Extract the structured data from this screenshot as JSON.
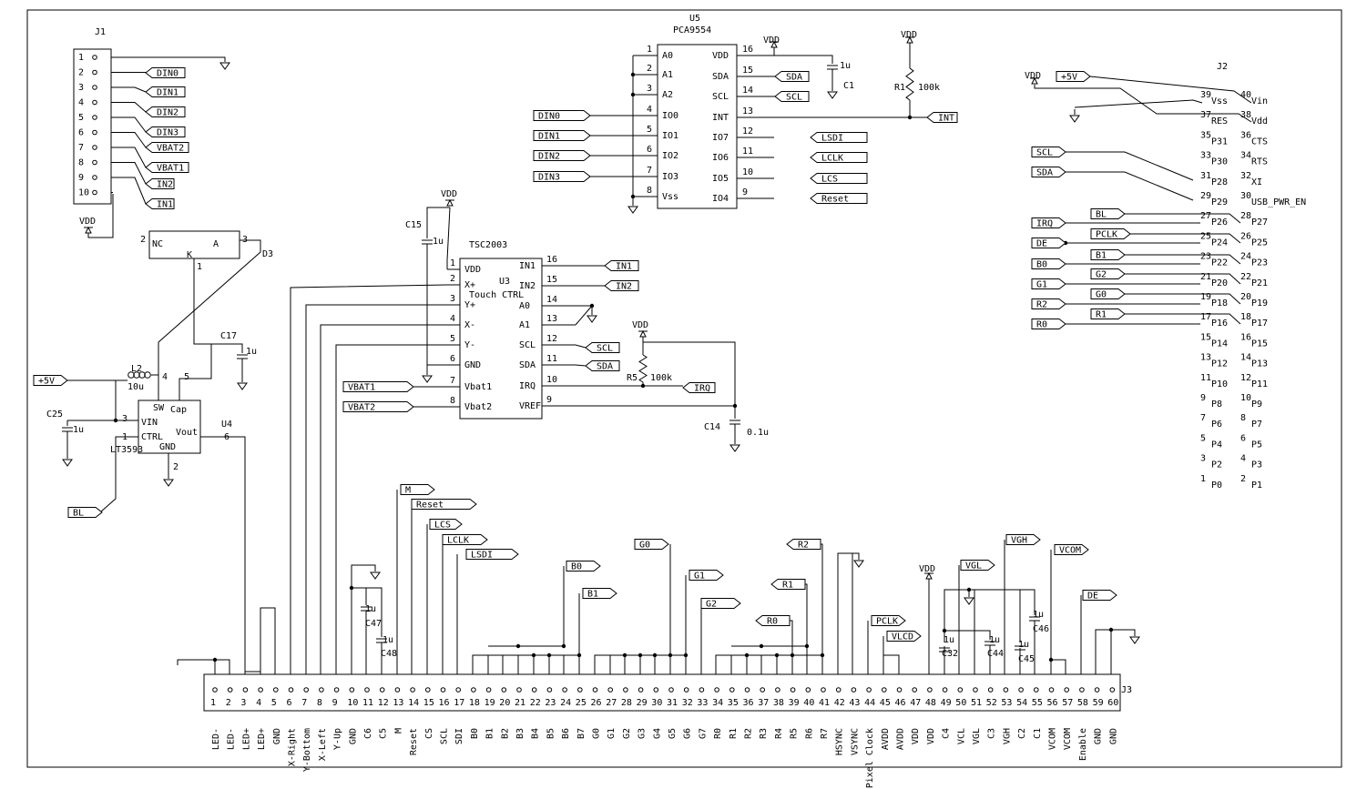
{
  "ref_labels": {
    "j1": "J1",
    "j2": "J2",
    "j3": "J3",
    "u3": "U3",
    "u3_type": "TSC2003",
    "u3_desc": "Touch CTRL",
    "u4": "U4",
    "u4_type": "LT3593",
    "u5": "U5",
    "u5_type": "PCA9554",
    "d3": "D3",
    "l2": "L2",
    "l2_val": "10u",
    "c1": "C1",
    "c1_val": "1u",
    "c14": "C14",
    "c14_val": "0.1u",
    "c15": "C15",
    "c15_val": "1u",
    "c17": "C17",
    "c17_val": "1u",
    "c25": "C25",
    "c25_val": "1u",
    "c47": "C47",
    "c47_val": "1u",
    "c48": "C48",
    "c48_val": "1u",
    "c32": "C32",
    "c32_val": "1u",
    "c44": "C44",
    "c44_val": "1u",
    "c45": "C45",
    "c45_val": "1u",
    "c46": "C46",
    "c46_val": "1u",
    "r1": "R1",
    "r1_val": "100k",
    "r5": "R5",
    "r5_val": "100k",
    "vdd": "VDD",
    "p5v": "+5V"
  },
  "j1_pins": [
    "1",
    "2",
    "3",
    "4",
    "5",
    "6",
    "7",
    "8",
    "9",
    "10"
  ],
  "j1_nets": [
    "",
    "DIN0",
    "DIN1",
    "DIN2",
    "DIN3",
    "VBAT2",
    "VBAT1",
    "IN2",
    "IN1",
    ""
  ],
  "u5_left": [
    {
      "num": "1",
      "name": "A0"
    },
    {
      "num": "2",
      "name": "A1"
    },
    {
      "num": "3",
      "name": "A2"
    },
    {
      "num": "4",
      "name": "IO0"
    },
    {
      "num": "5",
      "name": "IO1"
    },
    {
      "num": "6",
      "name": "IO2"
    },
    {
      "num": "7",
      "name": "IO3"
    },
    {
      "num": "8",
      "name": "Vss"
    }
  ],
  "u5_right": [
    {
      "num": "16",
      "name": "VDD"
    },
    {
      "num": "15",
      "name": "SDA"
    },
    {
      "num": "14",
      "name": "SCL"
    },
    {
      "num": "13",
      "name": "INT"
    },
    {
      "num": "12",
      "name": "IO7"
    },
    {
      "num": "11",
      "name": "IO6"
    },
    {
      "num": "10",
      "name": "IO5"
    },
    {
      "num": "9",
      "name": "IO4"
    }
  ],
  "u5_nets_left": [
    "DIN0",
    "DIN1",
    "DIN2",
    "DIN3"
  ],
  "u5_nets_right": [
    "SDA",
    "SCL",
    "INT",
    "LSDI",
    "LCLK",
    "LCS",
    "Reset"
  ],
  "u3_left": [
    {
      "num": "1",
      "name": "VDD"
    },
    {
      "num": "2",
      "name": "X+"
    },
    {
      "num": "3",
      "name": "Y+"
    },
    {
      "num": "4",
      "name": "X-"
    },
    {
      "num": "5",
      "name": "Y-"
    },
    {
      "num": "6",
      "name": "GND"
    },
    {
      "num": "7",
      "name": "Vbat1"
    },
    {
      "num": "8",
      "name": "Vbat2"
    }
  ],
  "u3_right": [
    {
      "num": "16",
      "name": "IN1"
    },
    {
      "num": "15",
      "name": "IN2"
    },
    {
      "num": "14",
      "name": "A0"
    },
    {
      "num": "13",
      "name": "A1"
    },
    {
      "num": "12",
      "name": "SCL"
    },
    {
      "num": "11",
      "name": "SDA"
    },
    {
      "num": "10",
      "name": "IRQ"
    },
    {
      "num": "9",
      "name": "VREF"
    }
  ],
  "u3_nets": {
    "in1": "IN1",
    "in2": "IN2",
    "scl": "SCL",
    "sda": "SDA",
    "irq": "IRQ",
    "vbat1": "VBAT1",
    "vbat2": "VBAT2"
  },
  "u4_pins": {
    "sw": "SW",
    "cap": "Cap",
    "vin": "VIN",
    "ctrl": "CTRL",
    "vout": "Vout",
    "gnd": "GND",
    "p1": "1",
    "p2": "2",
    "p3": "3",
    "p4": "4",
    "p5": "5",
    "p6": "6"
  },
  "d3_pins": {
    "nc": "NC",
    "a": "A",
    "k": "K",
    "p1": "1",
    "p2": "2",
    "p3": "3"
  },
  "bl_net": "BL",
  "j2_rows": [
    {
      "l": "39",
      "ln": "Vss",
      "r": "40",
      "rn": "Vin"
    },
    {
      "l": "37",
      "ln": "RES",
      "r": "38",
      "rn": "Vdd"
    },
    {
      "l": "35",
      "ln": "P31",
      "r": "36",
      "rn": "CTS"
    },
    {
      "l": "33",
      "ln": "P30",
      "r": "34",
      "rn": "RTS"
    },
    {
      "l": "31",
      "ln": "P28",
      "r": "32",
      "rn": "XI"
    },
    {
      "l": "29",
      "ln": "P29",
      "r": "30",
      "rn": "USB_PWR_EN"
    },
    {
      "l": "27",
      "ln": "P26",
      "r": "28",
      "rn": "P27"
    },
    {
      "l": "25",
      "ln": "P24",
      "r": "26",
      "rn": "P25"
    },
    {
      "l": "23",
      "ln": "P22",
      "r": "24",
      "rn": "P23"
    },
    {
      "l": "21",
      "ln": "P20",
      "r": "22",
      "rn": "P21"
    },
    {
      "l": "19",
      "ln": "P18",
      "r": "20",
      "rn": "P19"
    },
    {
      "l": "17",
      "ln": "P16",
      "r": "18",
      "rn": "P17"
    },
    {
      "l": "15",
      "ln": "P14",
      "r": "16",
      "rn": "P15"
    },
    {
      "l": "13",
      "ln": "P12",
      "r": "14",
      "rn": "P13"
    },
    {
      "l": "11",
      "ln": "P10",
      "r": "12",
      "rn": "P11"
    },
    {
      "l": "9",
      "ln": "P8",
      "r": "10",
      "rn": "P9"
    },
    {
      "l": "7",
      "ln": "P6",
      "r": "8",
      "rn": "P7"
    },
    {
      "l": "5",
      "ln": "P4",
      "r": "6",
      "rn": "P5"
    },
    {
      "l": "3",
      "ln": "P2",
      "r": "4",
      "rn": "P3"
    },
    {
      "l": "1",
      "ln": "P0",
      "r": "2",
      "rn": "P1"
    }
  ],
  "j2_nets": [
    "+5V",
    "SCL",
    "SDA",
    "BL",
    "IRQ",
    "PCLK",
    "DE",
    "B1",
    "B0",
    "G2",
    "G1",
    "G0",
    "R2",
    "R1",
    "R0"
  ],
  "j3_pins": [
    "1",
    "2",
    "3",
    "4",
    "5",
    "6",
    "7",
    "8",
    "9",
    "10",
    "11",
    "12",
    "13",
    "14",
    "15",
    "16",
    "17",
    "18",
    "19",
    "20",
    "21",
    "22",
    "23",
    "24",
    "25",
    "26",
    "27",
    "28",
    "29",
    "30",
    "31",
    "32",
    "33",
    "34",
    "35",
    "36",
    "37",
    "38",
    "39",
    "40",
    "41",
    "42",
    "43",
    "44",
    "45",
    "46",
    "47",
    "48",
    "49",
    "50",
    "51",
    "52",
    "53",
    "54",
    "55",
    "56",
    "57",
    "58",
    "59",
    "60"
  ],
  "j3_names": [
    "LED-",
    "LED-",
    "LED+",
    "LED+",
    "GND",
    "X-Right",
    "Y-Bottom",
    "X-Left",
    "Y-Up",
    "GND",
    "C6",
    "C5",
    "M",
    "Reset",
    "CS",
    "SCL",
    "SDI",
    "B0",
    "B1",
    "B2",
    "B3",
    "B4",
    "B5",
    "B6",
    "B7",
    "G0",
    "G1",
    "G2",
    "G3",
    "G4",
    "G5",
    "G6",
    "G7",
    "R0",
    "R1",
    "R2",
    "R3",
    "R4",
    "R5",
    "R6",
    "R7",
    "HSYNC",
    "VSYNC",
    "Pixel Clock",
    "AVDD",
    "AVDD",
    "VDD",
    "VDD",
    "C4",
    "VCL",
    "VGL",
    "C3",
    "VGH",
    "C2",
    "C1",
    "VCOM",
    "VCOM",
    "Enable",
    "GND",
    "GND"
  ],
  "j3_nets": [
    "M",
    "Reset",
    "LCS",
    "LCLK",
    "LSDI",
    "B0",
    "B1",
    "G0",
    "G1",
    "G2",
    "R2",
    "R1",
    "R0",
    "PCLK",
    "VLCD",
    "VGL",
    "VGH",
    "VCOM",
    "DE"
  ]
}
